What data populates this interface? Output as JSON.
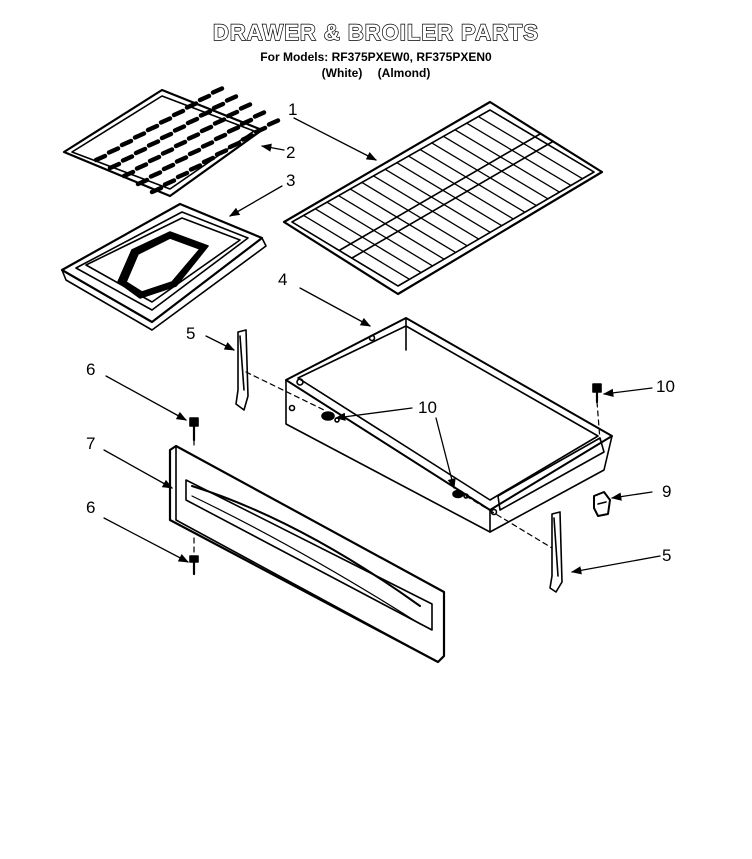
{
  "title": "DRAWER & BROILER PARTS",
  "models_line": "For Models: RF375PXEW0, RF375PXEN0",
  "color_labels": [
    "(White)",
    "(Almond)"
  ],
  "callouts": [
    "1",
    "2",
    "3",
    "4",
    "5",
    "6",
    "7",
    "10",
    "10",
    "9",
    "5",
    "6"
  ]
}
